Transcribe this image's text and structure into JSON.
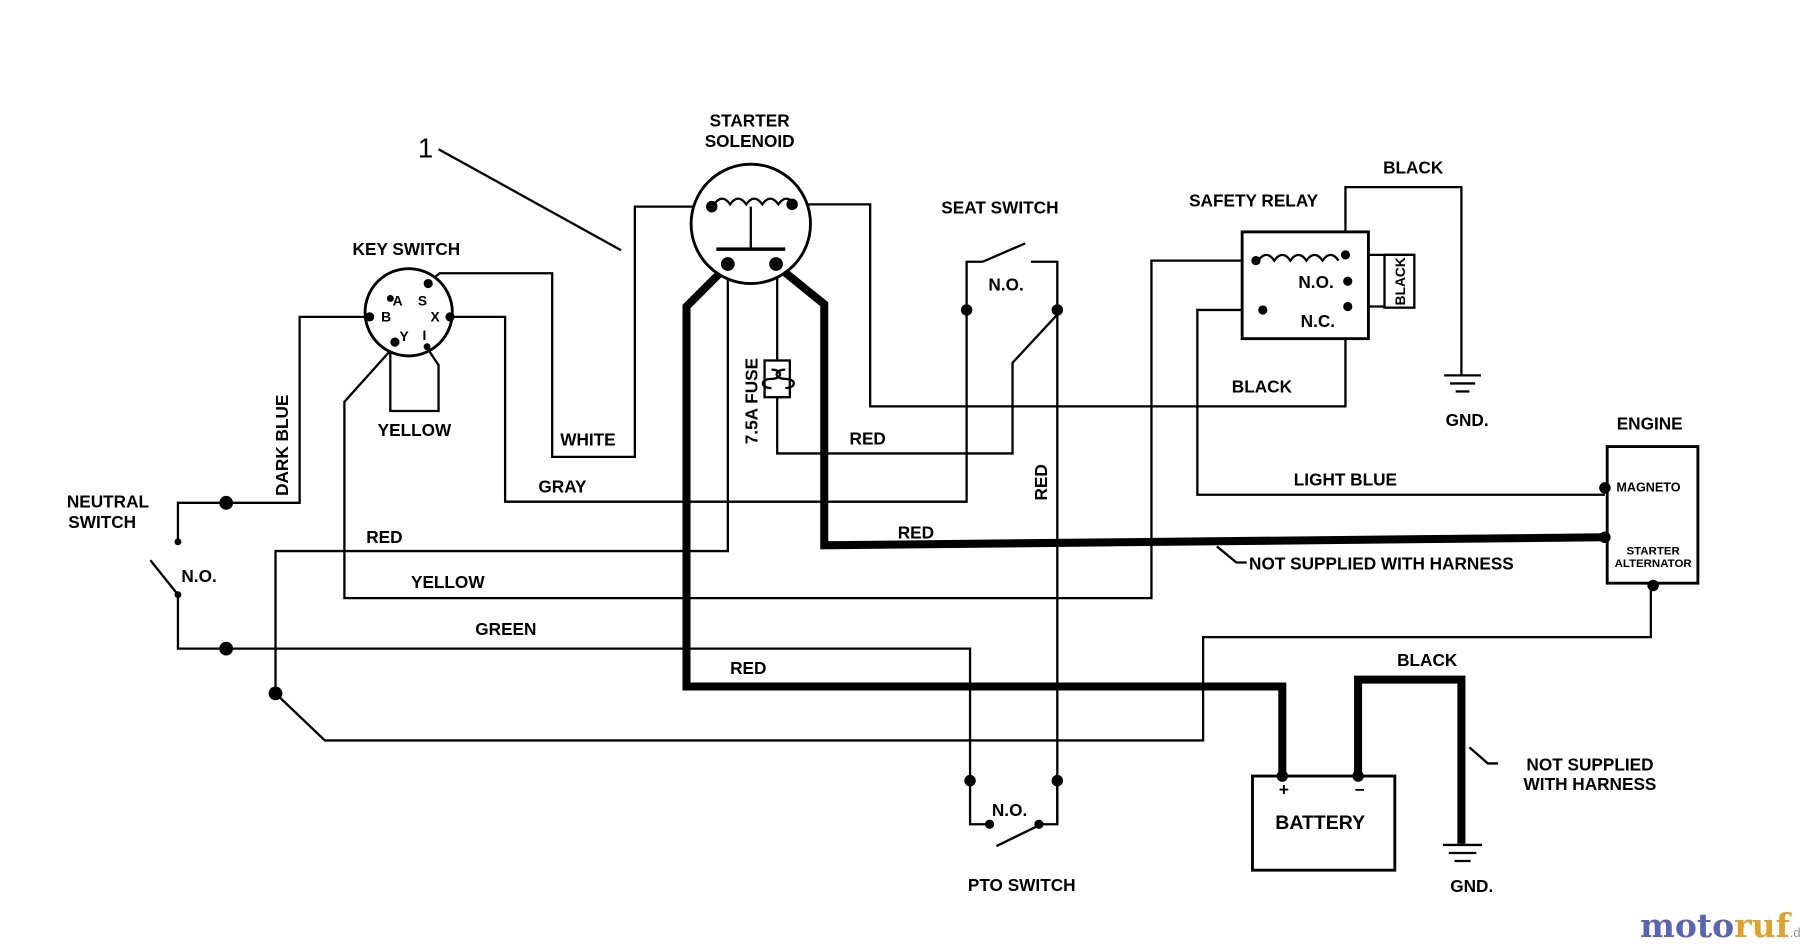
{
  "callout": "1",
  "components": {
    "starter_solenoid": [
      "STARTER",
      "SOLENOID"
    ],
    "key_switch": "KEY SWITCH",
    "key_terminals": {
      "a": "A",
      "s": "S",
      "b": "B",
      "x": "X",
      "y": "Y",
      "i": "I"
    },
    "seat_switch": "SEAT SWITCH",
    "seat_switch_state": "N.O.",
    "safety_relay": "SAFETY RELAY",
    "relay_no": "N.O.",
    "relay_nc": "N.C.",
    "relay_side": "BLACK",
    "neutral_switch": [
      "NEUTRAL",
      "SWITCH"
    ],
    "neutral_state": "N.O.",
    "fuse": "7.5A FUSE",
    "engine": "ENGINE",
    "magneto": "MAGNETO",
    "starter_alternator": [
      "STARTER",
      "ALTERNATOR"
    ],
    "battery": "BATTERY",
    "battery_plus": "+",
    "battery_minus": "−",
    "pto_switch": "PTO SWITCH",
    "pto_state": "N.O.",
    "gnd": "GND."
  },
  "wires": {
    "black_top": "BLACK",
    "yellow_loop": "YELLOW",
    "white": "WHITE",
    "red_fuse": "RED",
    "black_relay": "BLACK",
    "dark_blue": "DARK BLUE",
    "light_blue": "LIGHT BLUE",
    "gray": "GRAY",
    "red_vertical": "RED",
    "red_key": "RED",
    "red_starter": "RED",
    "yellow": "YELLOW",
    "green": "GREEN",
    "red_battery": "RED",
    "black_battery": "BLACK"
  },
  "notes": {
    "not_supplied_1": "NOT SUPPLIED WITH HARNESS",
    "not_supplied_2": [
      "NOT SUPPLIED",
      "WITH HARNESS"
    ]
  },
  "watermark": {
    "a": "moto",
    "b": "ruf",
    "c": ".de"
  }
}
